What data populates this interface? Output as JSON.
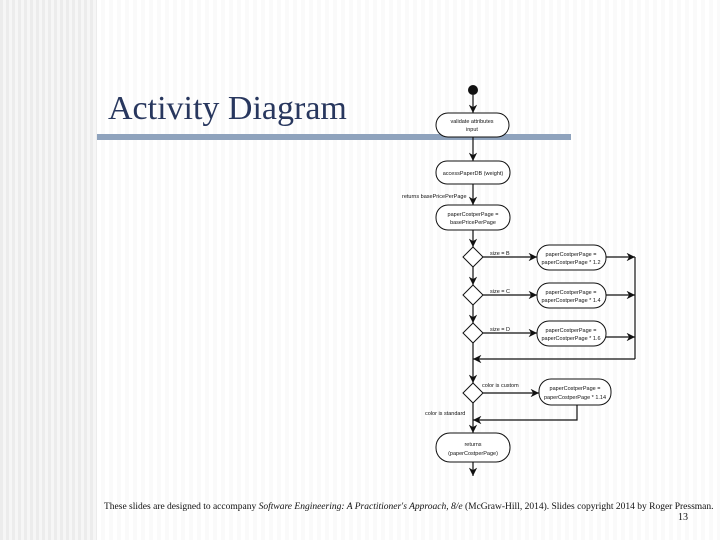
{
  "slide": {
    "title": "Activity Diagram",
    "page_number": "13",
    "footer": {
      "text1": "These slides are designed to accompany ",
      "book_title": "Software Engineering: A Practitioner's Approach, 8/e",
      "text2": " (McGraw-Hill, 2014). Slides copyright 2014 by Roger Pressman."
    }
  },
  "diagram": {
    "activities": {
      "validate": [
        "validate attributes",
        "input"
      ],
      "access": [
        "accessPaperDB (weight)"
      ],
      "base": [
        "paperCostperPage =",
        "basePricePerPage"
      ],
      "b": [
        "paperCostperPage =",
        "paperCostperPage * 1.2"
      ],
      "c": [
        "paperCostperPage =",
        "paperCostperPage * 1.4"
      ],
      "d": [
        "paperCostperPage =",
        "paperCostperPage * 1.6"
      ],
      "custom": [
        "paperCostperPage =",
        "paperCostperPage * 1.14"
      ],
      "ret": [
        "returns",
        "(paperCostperPage)"
      ]
    },
    "labels": {
      "returns_base": "returns basePricePerPage",
      "size_b": "size = B",
      "size_c": "size = C",
      "size_d": "size = D",
      "color_custom": "color is custom",
      "color_standard": "color is standard"
    }
  }
}
